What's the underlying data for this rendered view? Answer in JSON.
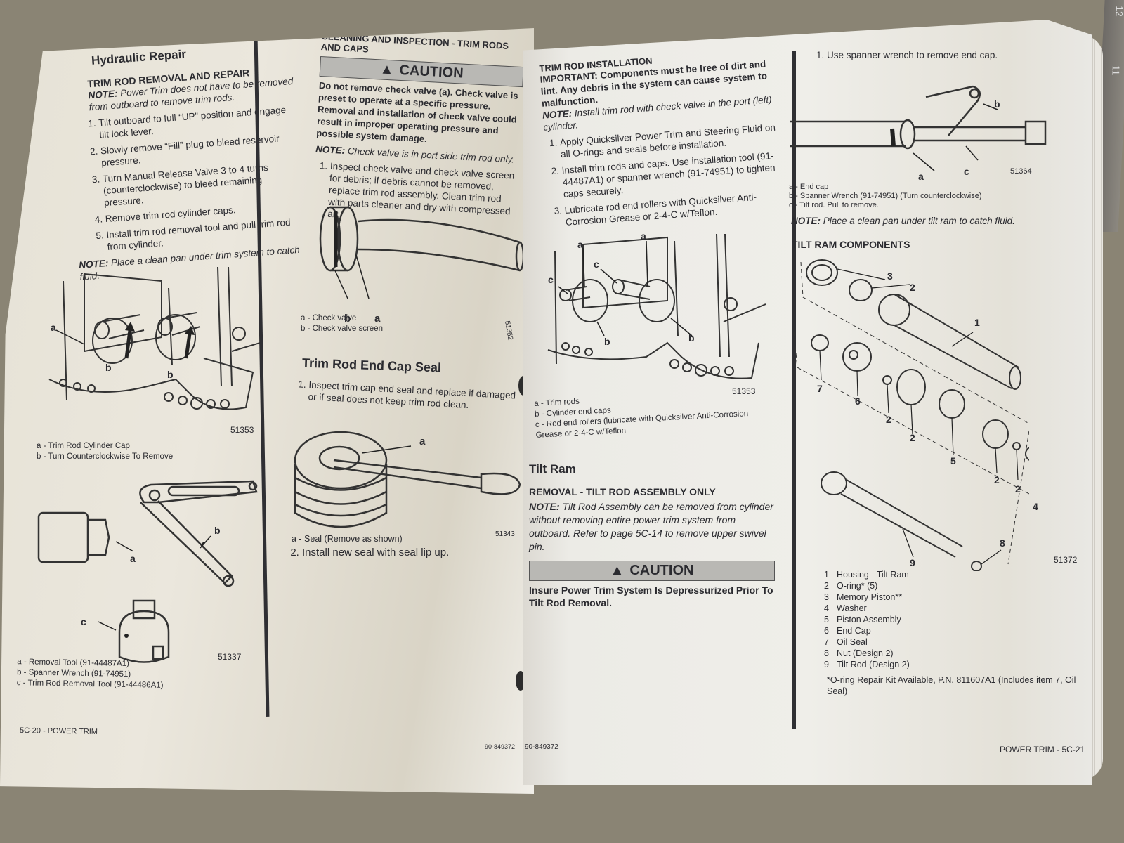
{
  "left_page": {
    "col1": {
      "section_title": "Hydraulic Repair",
      "subheading": "TRIM ROD REMOVAL AND REPAIR",
      "note1": {
        "label": "NOTE:",
        "text": " Power Trim does not have to be removed from outboard to remove trim rods."
      },
      "steps": [
        "Tilt outboard to full “UP” position and engage tilt lock lever.",
        "Slowly remove “Fill” plug to bleed reservoir pressure.",
        "Turn Manual Release Valve 3 to 4 turns (counterclockwise) to bleed remaining pressure.",
        "Remove trim rod cylinder caps.",
        "Install trim rod removal tool and pull trim rod from cylinder."
      ],
      "note2": {
        "label": "NOTE:",
        "text": " Place a clean pan under trim system to catch fluid."
      },
      "figure1": {
        "number": "51353",
        "callouts": [
          "a",
          "b",
          "b"
        ],
        "legend": [
          "a - Trim Rod Cylinder Cap",
          "b - Turn Counterclockwise To Remove"
        ]
      },
      "figure2": {
        "number": "51337",
        "callouts": [
          "a",
          "b",
          "c"
        ],
        "legend": [
          "a - Removal Tool (91-44487A1)",
          "b - Spanner Wrench (91-74951)",
          "c - Trim Rod Removal Tool (91-44486A1)"
        ]
      },
      "footer": "5C-20 - POWER TRIM"
    },
    "col2": {
      "subheading": "CLEANING AND INSPECTION - TRIM RODS AND CAPS",
      "caution_label": "CAUTION",
      "caution_text": "Do not remove check valve (a). Check valve is preset to operate at a specific pressure. Removal and installation of check valve could result in improper operating pressure and possible system damage.",
      "note": {
        "label": "NOTE:",
        "text": " Check valve is in port side trim rod only."
      },
      "steps": [
        "Inspect check valve and check valve screen for debris; if debris cannot be removed, replace trim rod assembly. Clean trim rod with parts cleaner and dry with compressed air."
      ],
      "figure1": {
        "number": "51352",
        "callouts": [
          "b",
          "a"
        ],
        "legend": [
          "a - Check valve",
          "b - Check valve screen"
        ]
      },
      "section_title": "Trim Rod End Cap Seal",
      "seal_steps": [
        "Inspect trim cap end seal and replace if damaged or if seal does not keep trim rod clean.",
        "Install new seal with seal lip up."
      ],
      "figure2": {
        "number": "51343",
        "callouts": [
          "a"
        ],
        "legend": [
          "a - Seal (Remove as shown)"
        ]
      },
      "footer": "90-849372"
    }
  },
  "right_page": {
    "col1": {
      "subheading": "TRIM ROD INSTALLATION",
      "important": {
        "label": "IMPORTANT:",
        "text": " Components must be free of dirt and lint. Any debris in the system can cause system to malfunction."
      },
      "note": {
        "label": "NOTE:",
        "text": " Install trim rod with check valve in the port (left) cylinder."
      },
      "steps": [
        "Apply Quicksilver Power Trim and Steering Fluid on all O-rings and seals before installation.",
        "Install trim rods and caps. Use installation tool (91-44487A1) or spanner wrench (91-74951) to tighten caps securely.",
        "Lubricate rod end rollers with Quicksilver Anti-Corrosion Grease or 2-4-C w/Teflon."
      ],
      "figure1": {
        "number": "51353",
        "callouts": [
          "a",
          "a",
          "c",
          "c",
          "b",
          "b"
        ],
        "legend": [
          "a - Trim rods",
          "b - Cylinder end caps",
          "c - Rod end rollers (lubricate with Quicksilver Anti-Corrosion Grease or 2-4-C w/Teflon"
        ]
      },
      "section_title": "Tilt Ram",
      "subheading2": "REMOVAL - TILT ROD ASSEMBLY ONLY",
      "note2": {
        "label": "NOTE:",
        "text": " Tilt Rod Assembly can be removed from cylinder without removing entire power trim system from outboard. Refer to page 5C-14 to remove upper swivel pin."
      },
      "caution_label": "CAUTION",
      "caution_text": "Insure Power Trim System Is Depressurized Prior To Tilt Rod Removal.",
      "footer": "90-849372"
    },
    "col2": {
      "steps": [
        "Use spanner wrench to remove end cap."
      ],
      "figure1": {
        "number": "51364",
        "callouts": [
          "b",
          "a",
          "c"
        ],
        "legend": [
          "a - End cap",
          "b - Spanner Wrench (91-74951) (Turn counterclockwise)",
          "c - Tilt rod. Pull to remove."
        ]
      },
      "note": {
        "label": "NOTE:",
        "text": " Place a clean pan under tilt ram to catch fluid."
      },
      "components_heading": "TILT RAM COMPONENTS",
      "figure2": {
        "number": "51372",
        "callouts": [
          "3",
          "2",
          "1",
          "7",
          "6",
          "2",
          "2",
          "5",
          "2",
          "2",
          "4",
          "8",
          "9"
        ]
      },
      "parts": [
        {
          "n": "1",
          "name": "Housing - Tilt Ram"
        },
        {
          "n": "2",
          "name": "O-ring* (5)"
        },
        {
          "n": "3",
          "name": "Memory Piston**"
        },
        {
          "n": "4",
          "name": "Washer"
        },
        {
          "n": "5",
          "name": "Piston Assembly"
        },
        {
          "n": "6",
          "name": "End Cap"
        },
        {
          "n": "7",
          "name": "Oil Seal"
        },
        {
          "n": "8",
          "name": "Nut (Design 2)"
        },
        {
          "n": "9",
          "name": "Tilt Rod (Design 2)"
        }
      ],
      "footnote": "*O-ring Repair Kit Available, P.N. 811607A1 (Includes item 7, Oil Seal)",
      "footer": "POWER TRIM - 5C-21"
    }
  },
  "ruler": {
    "marks": [
      "11",
      "12"
    ]
  }
}
